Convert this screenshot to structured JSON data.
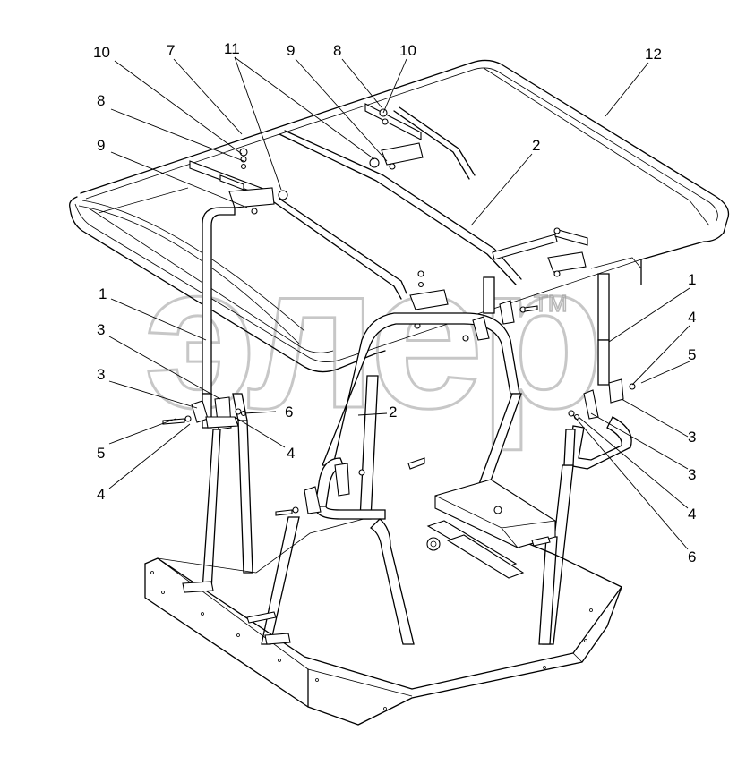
{
  "watermark": {
    "text": "элер",
    "trademark": "TM"
  },
  "callouts": [
    {
      "id": "c1",
      "text": "10"
    },
    {
      "id": "c2",
      "text": "7"
    },
    {
      "id": "c3",
      "text": "11"
    },
    {
      "id": "c4",
      "text": "9"
    },
    {
      "id": "c5",
      "text": "8"
    },
    {
      "id": "c6",
      "text": "10"
    },
    {
      "id": "c7",
      "text": "12"
    },
    {
      "id": "c8",
      "text": "8"
    },
    {
      "id": "c9",
      "text": "9"
    },
    {
      "id": "c10",
      "text": "2"
    },
    {
      "id": "c11",
      "text": "1"
    },
    {
      "id": "c12",
      "text": "1"
    },
    {
      "id": "c13",
      "text": "4"
    },
    {
      "id": "c14",
      "text": "5"
    },
    {
      "id": "c15",
      "text": "3"
    },
    {
      "id": "c16",
      "text": "3"
    },
    {
      "id": "c17",
      "text": "6"
    },
    {
      "id": "c18",
      "text": "2"
    },
    {
      "id": "c19",
      "text": "5"
    },
    {
      "id": "c20",
      "text": "4"
    },
    {
      "id": "c21",
      "text": "4"
    },
    {
      "id": "c22",
      "text": "3"
    },
    {
      "id": "c23",
      "text": "3"
    },
    {
      "id": "c24",
      "text": "4"
    },
    {
      "id": "c25",
      "text": "6"
    }
  ]
}
